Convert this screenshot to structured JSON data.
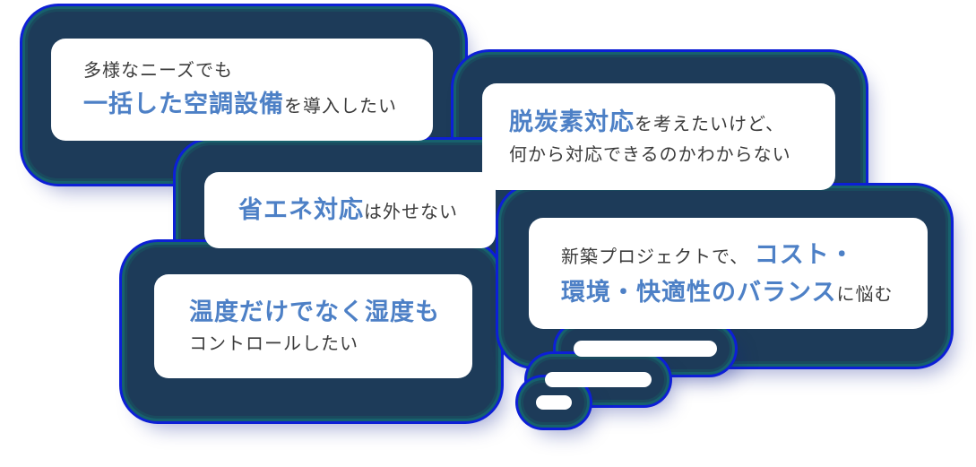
{
  "colors": {
    "background": "#ffffff",
    "bubble_bg": "#ffffff",
    "text_primary": "#3b3b3b",
    "text_accent_blue": "#4d80c6",
    "halo_navy": "#1d3b59",
    "halo_teal_ring": "#17616d",
    "halo_blue_edge": "#0d1fd6"
  },
  "bubbles": [
    {
      "name": "unified-hvac",
      "lines": [
        {
          "parts": [
            {
              "text": "多様なニーズでも",
              "style": "gray"
            }
          ]
        },
        {
          "parts": [
            {
              "text": "一括した空調設備",
              "style": "blue"
            },
            {
              "text": "を導入したい",
              "style": "gray"
            }
          ]
        }
      ]
    },
    {
      "name": "decarbonization",
      "lines": [
        {
          "parts": [
            {
              "text": "脱炭素対応",
              "style": "blue"
            },
            {
              "text": "を考えたいけど、",
              "style": "gray"
            }
          ]
        },
        {
          "parts": [
            {
              "text": "何から対応できるのかわからない",
              "style": "gray"
            }
          ]
        }
      ]
    },
    {
      "name": "energy-saving",
      "lines": [
        {
          "parts": [
            {
              "text": "省エネ対応",
              "style": "blue"
            },
            {
              "text": "は外せない",
              "style": "gray"
            }
          ]
        }
      ]
    },
    {
      "name": "humidity-control",
      "lines": [
        {
          "parts": [
            {
              "text": "温度だけでなく湿度も",
              "style": "blue"
            }
          ]
        },
        {
          "parts": [
            {
              "text": "コントロールしたい",
              "style": "gray"
            }
          ]
        }
      ]
    },
    {
      "name": "project-balance",
      "lines": [
        {
          "parts": [
            {
              "text": "新築プロジェクトで、 ",
              "style": "gray"
            },
            {
              "text": "コスト・",
              "style": "blue"
            }
          ]
        },
        {
          "parts": [
            {
              "text": "環境・快適性のバランス",
              "style": "blue"
            },
            {
              "text": "に悩む",
              "style": "gray"
            }
          ]
        }
      ]
    }
  ]
}
